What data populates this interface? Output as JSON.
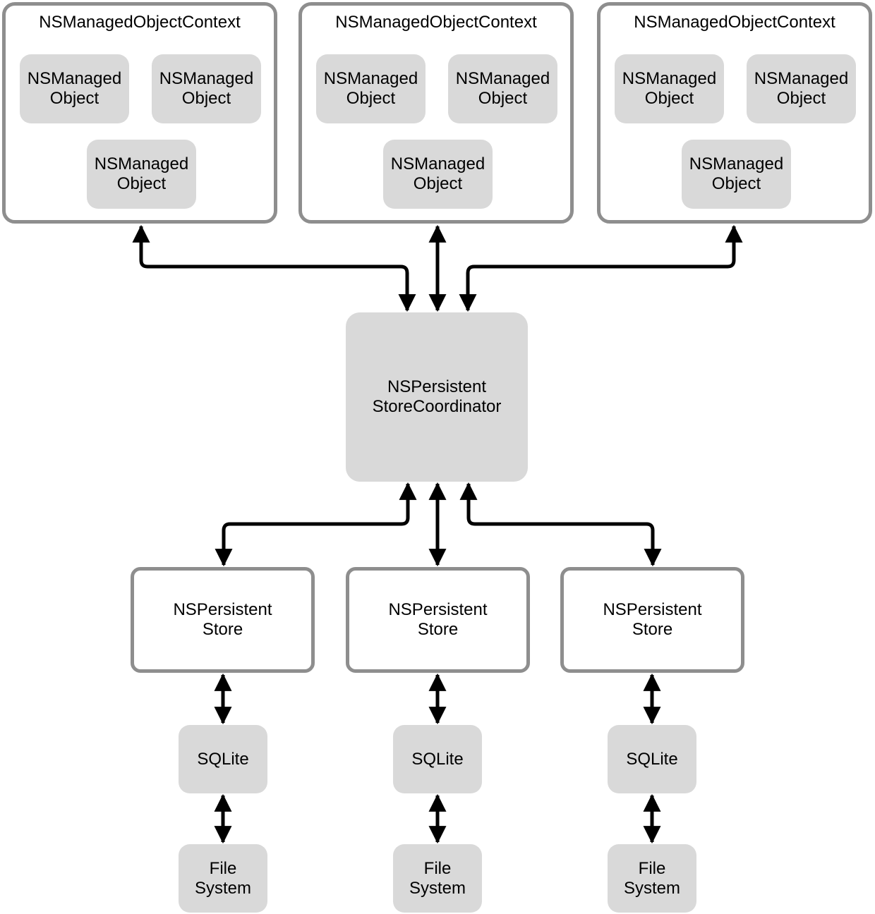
{
  "colors": {
    "bg": "#ffffff",
    "border_gray": "#8e8e8e",
    "fill_gray": "#d9d9d9",
    "arrow": "#000000",
    "text": "#000000"
  },
  "diagram": {
    "contexts": [
      {
        "title": "NSManagedObjectContext",
        "objects": [
          "NSManaged\nObject",
          "NSManaged\nObject",
          "NSManaged\nObject"
        ]
      },
      {
        "title": "NSManagedObjectContext",
        "objects": [
          "NSManaged\nObject",
          "NSManaged\nObject",
          "NSManaged\nObject"
        ]
      },
      {
        "title": "NSManagedObjectContext",
        "objects": [
          "NSManaged\nObject",
          "NSManaged\nObject",
          "NSManaged\nObject"
        ]
      }
    ],
    "coordinator": {
      "label": "NSPersistent\nStoreCoordinator"
    },
    "stores": [
      {
        "label": "NSPersistent\nStore"
      },
      {
        "label": "NSPersistent\nStore"
      },
      {
        "label": "NSPersistent\nStore"
      }
    ],
    "sqlite": [
      {
        "label": "SQLite"
      },
      {
        "label": "SQLite"
      },
      {
        "label": "SQLite"
      }
    ],
    "file_system": [
      {
        "label": "File\nSystem"
      },
      {
        "label": "File\nSystem"
      },
      {
        "label": "File\nSystem"
      }
    ]
  }
}
